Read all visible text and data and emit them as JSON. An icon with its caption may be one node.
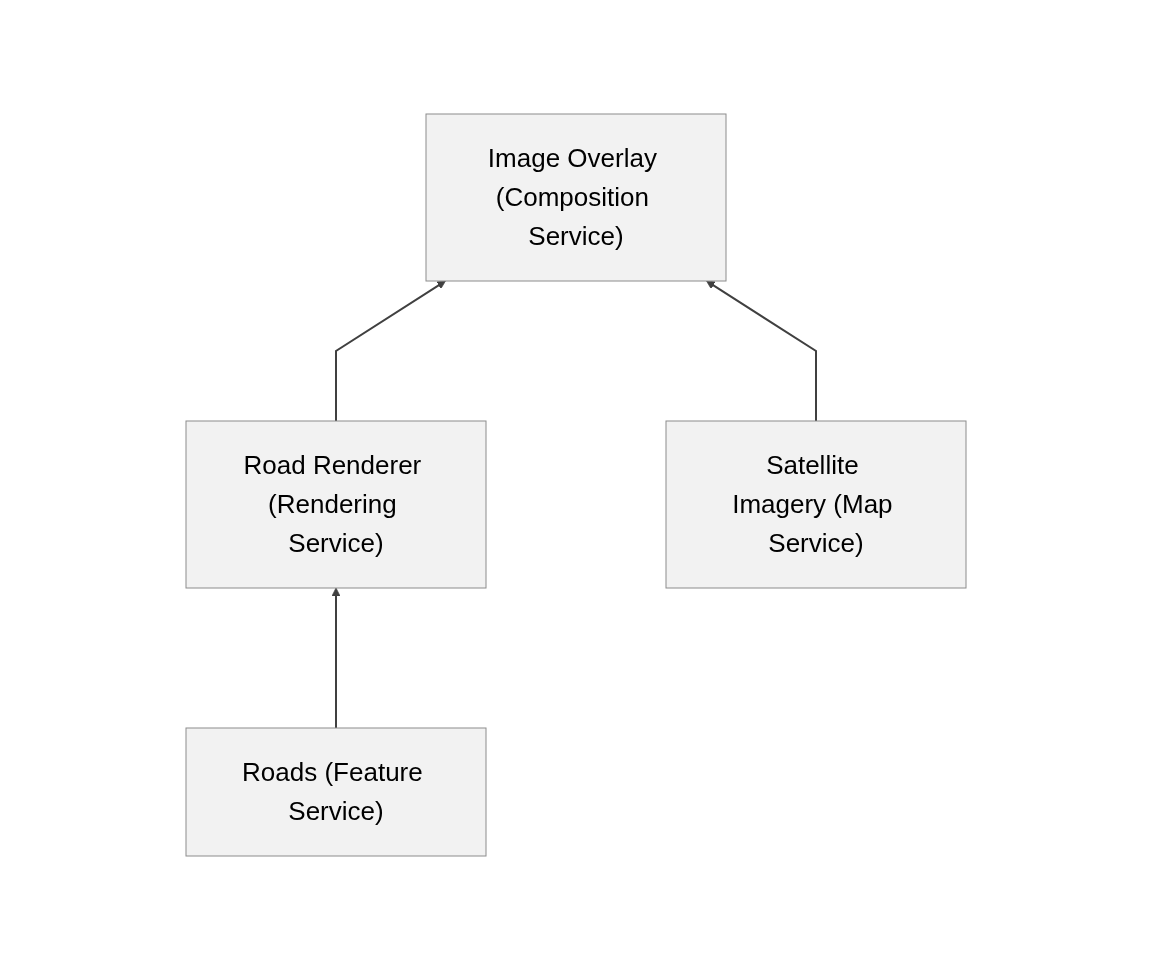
{
  "diagram": {
    "nodes": [
      {
        "text": [
          "Image Overlay (Composition Service)"
        ]
      },
      {
        "text": [
          "Road Renderer (Rendering Service)"
        ]
      },
      {
        "text": [
          "Satellite Imagery (Map Service)"
        ]
      },
      {
        "text": [
          "Roads (Feature Service)"
        ]
      }
    ],
    "edges": [
      {
        "from": 1,
        "to": 0,
        "arrow": "to"
      },
      {
        "from": 2,
        "to": 0,
        "arrow": "to"
      },
      {
        "from": 3,
        "to": 1,
        "arrow": "to"
      }
    ]
  }
}
